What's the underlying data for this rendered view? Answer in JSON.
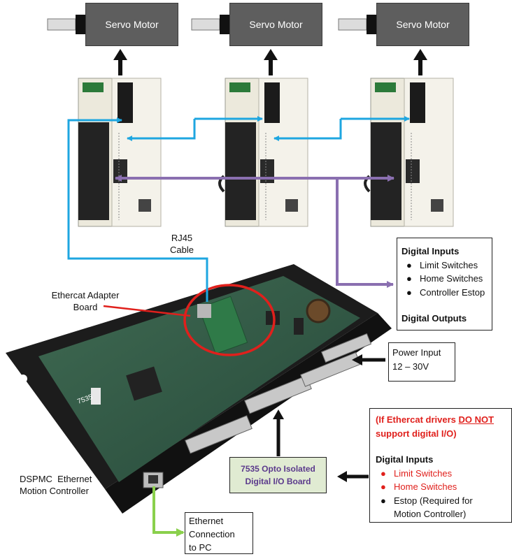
{
  "motors": [
    {
      "label": "Servo Motor"
    },
    {
      "label": "Servo Motor"
    },
    {
      "label": "Servo Motor"
    }
  ],
  "labels": {
    "rj45": [
      "RJ45",
      "Cable"
    ],
    "ethercat_adapter": [
      "Ethercat Adapter",
      "Board"
    ],
    "dspmc": [
      "DSPMC  Ethernet",
      "Motion Controller"
    ],
    "ethernet_pc": [
      "Ethernet",
      "Connection",
      "to PC"
    ],
    "power_input": [
      "Power Input",
      "12 – 30V"
    ],
    "opto_board": [
      "7535 Opto Isolated",
      "Digital I/O Board"
    ],
    "board_silkscreen": "7535"
  },
  "drive_io_box": {
    "inputs_title": "Digital Inputs",
    "inputs": [
      "Limit Switches",
      "Home Switches",
      "Controller Estop"
    ],
    "outputs_title": "Digital Outputs"
  },
  "fallback_box": {
    "note_prefix": "(If Ethercat drivers ",
    "note_emph": "DO NOT",
    "note_suffix": "support digital I/O)",
    "inputs_title": "Digital Inputs",
    "inputs": [
      {
        "text": "Limit Switches",
        "color": "#e0201c"
      },
      {
        "text": "Home Switches",
        "color": "#e0201c"
      },
      {
        "text": "Estop (Required for",
        "color": "#111111"
      }
    ],
    "estop_cont": "Motion Controller)"
  },
  "colors": {
    "ethercat_line": "#1ea6e0",
    "io_line": "#8a6fb0",
    "ethernet_line": "#8ad04c",
    "adapter_circle": "#e0201c",
    "opto_box_fill": "#e0ebd2",
    "opto_text": "#5b3a8c"
  }
}
